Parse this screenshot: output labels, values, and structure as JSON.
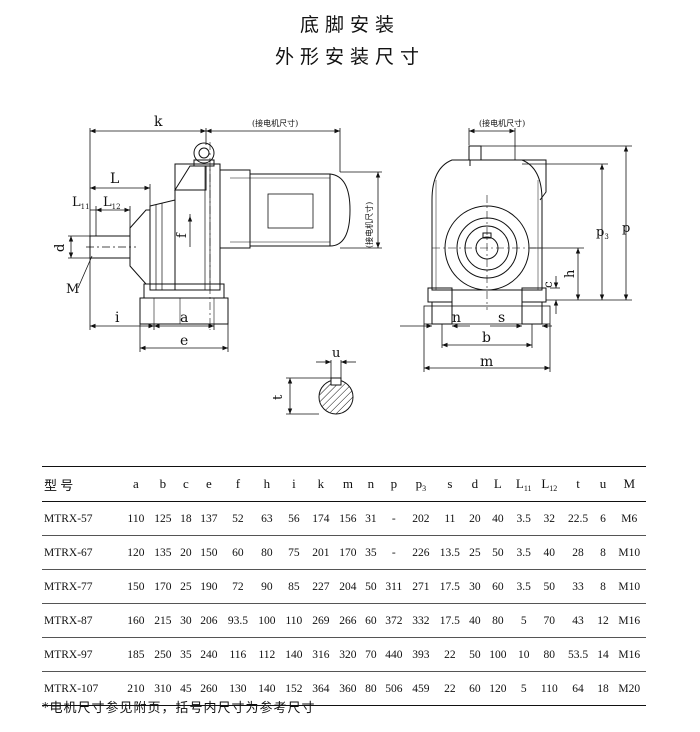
{
  "title_line1": "底脚安装",
  "title_line2": "外形安装尺寸",
  "drawing": {
    "labels": {
      "k": "k",
      "motor_dim_top": "(接电机尺寸)",
      "motor_dim_side": "(接电机尺寸)",
      "L": "L",
      "L11": "L11",
      "L12": "L12",
      "d": "d",
      "M": "M",
      "f": "f",
      "i": "i",
      "a": "a",
      "e": "e",
      "motor_dim_right": "(接电机尺寸)",
      "p3": "p3",
      "p": "p",
      "h": "h",
      "c": "c",
      "n": "n",
      "s": "s",
      "b": "b",
      "m": "m",
      "u": "u",
      "t": "t"
    }
  },
  "table": {
    "headers": [
      {
        "main": "型 号",
        "sub": ""
      },
      {
        "main": "a",
        "sub": ""
      },
      {
        "main": "b",
        "sub": ""
      },
      {
        "main": "c",
        "sub": ""
      },
      {
        "main": "e",
        "sub": ""
      },
      {
        "main": "f",
        "sub": ""
      },
      {
        "main": "h",
        "sub": ""
      },
      {
        "main": "i",
        "sub": ""
      },
      {
        "main": "k",
        "sub": ""
      },
      {
        "main": "m",
        "sub": ""
      },
      {
        "main": "n",
        "sub": ""
      },
      {
        "main": "p",
        "sub": ""
      },
      {
        "main": "p",
        "sub": "3"
      },
      {
        "main": "s",
        "sub": ""
      },
      {
        "main": "d",
        "sub": ""
      },
      {
        "main": "L",
        "sub": ""
      },
      {
        "main": "L",
        "sub": "11"
      },
      {
        "main": "L",
        "sub": "12"
      },
      {
        "main": "t",
        "sub": ""
      },
      {
        "main": "u",
        "sub": ""
      },
      {
        "main": "M",
        "sub": ""
      }
    ],
    "rows": [
      [
        "MTRX-57",
        "110",
        "125",
        "18",
        "137",
        "52",
        "63",
        "56",
        "174",
        "156",
        "31",
        "-",
        "202",
        "11",
        "20",
        "40",
        "3.5",
        "32",
        "22.5",
        "6",
        "M6"
      ],
      [
        "MTRX-67",
        "120",
        "135",
        "20",
        "150",
        "60",
        "80",
        "75",
        "201",
        "170",
        "35",
        "-",
        "226",
        "13.5",
        "25",
        "50",
        "3.5",
        "40",
        "28",
        "8",
        "M10"
      ],
      [
        "MTRX-77",
        "150",
        "170",
        "25",
        "190",
        "72",
        "90",
        "85",
        "227",
        "204",
        "50",
        "311",
        "271",
        "17.5",
        "30",
        "60",
        "3.5",
        "50",
        "33",
        "8",
        "M10"
      ],
      [
        "MTRX-87",
        "160",
        "215",
        "30",
        "206",
        "93.5",
        "100",
        "110",
        "269",
        "266",
        "60",
        "372",
        "332",
        "17.5",
        "40",
        "80",
        "5",
        "70",
        "43",
        "12",
        "M16"
      ],
      [
        "MTRX-97",
        "185",
        "250",
        "35",
        "240",
        "116",
        "112",
        "140",
        "316",
        "320",
        "70",
        "440",
        "393",
        "22",
        "50",
        "100",
        "10",
        "80",
        "53.5",
        "14",
        "M16"
      ],
      [
        "MTRX-107",
        "210",
        "310",
        "45",
        "260",
        "130",
        "140",
        "152",
        "364",
        "360",
        "80",
        "506",
        "459",
        "22",
        "60",
        "120",
        "5",
        "110",
        "64",
        "18",
        "M20"
      ]
    ]
  },
  "footnote": "*电机尺寸参见附页，括号内尺寸为参考尺寸"
}
